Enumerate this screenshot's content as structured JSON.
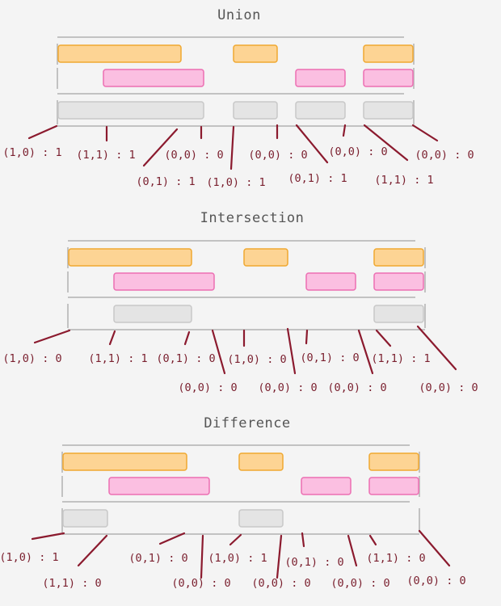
{
  "diagrams": [
    {
      "title": "Union",
      "labels": [
        "(1,0) : 1",
        "(1,1) : 1",
        "(0,1) : 1",
        "(0,0) : 0",
        "(1,0) : 1",
        "(0,0) : 0",
        "(0,1) : 1",
        "(0,0) : 0",
        "(1,1) : 1",
        "(0,0) : 0"
      ]
    },
    {
      "title": "Intersection",
      "labels": [
        "(1,0) : 0",
        "(1,1) : 1",
        "(0,1) : 0",
        "(0,0) : 0",
        "(1,0) : 0",
        "(0,0) : 0",
        "(0,1) : 0",
        "(0,0) : 0",
        "(1,1) : 1",
        "(0,0) : 0"
      ]
    },
    {
      "title": "Difference",
      "labels": [
        "(1,0) : 1",
        "(1,1) : 0",
        "(0,1) : 0",
        "(0,0) : 0",
        "(1,0) : 1",
        "(0,0) : 0",
        "(0,1) : 0",
        "(0,0) : 0",
        "(1,1) : 0",
        "(0,0) : 0"
      ]
    }
  ],
  "colors": {
    "set_a_fill": "#fdd494",
    "set_a_stroke": "#f0a830",
    "set_b_fill": "#fbbfe1",
    "set_b_stroke": "#ec6fb2",
    "result_fill": "#e4e4e4",
    "result_stroke": "#c8c8c8",
    "leader": "#8b1a2e",
    "label_text": "#7a1f2e",
    "background": "#f4f4f4"
  }
}
